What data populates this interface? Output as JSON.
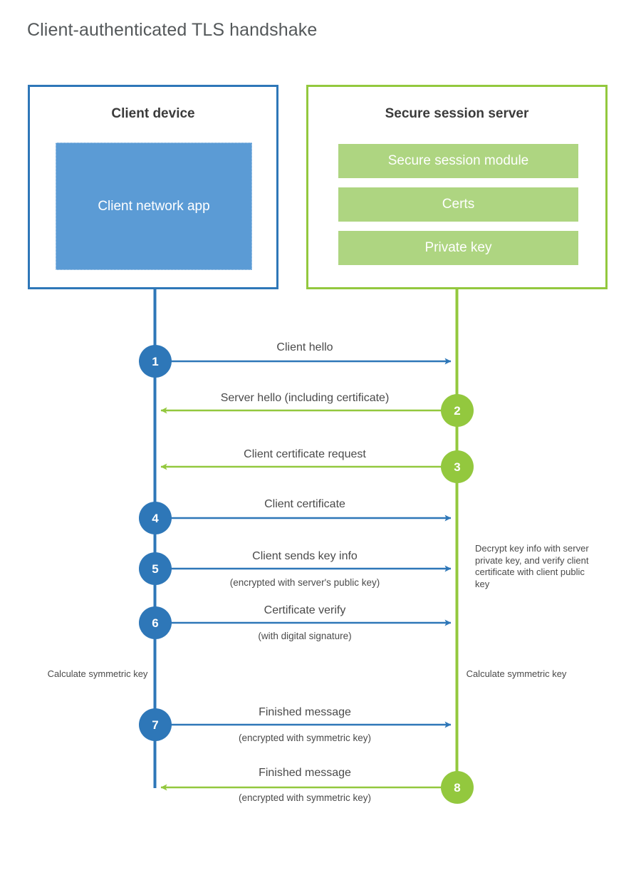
{
  "title": "Client-authenticated TLS handshake",
  "colors": {
    "client_blue": "#2e77b8",
    "client_app_fill": "#5b9bd5",
    "server_green": "#93c83e",
    "server_bar_fill": "#aed581",
    "step_blue": "#2e77b8",
    "step_green": "#93c83e",
    "text_dark": "#4a4a4a",
    "title_gray": "#54585a"
  },
  "client": {
    "title": "Client device",
    "app_label": "Client network app"
  },
  "server": {
    "title": "Secure session server",
    "components": [
      "Secure session module",
      "Certs",
      "Private key"
    ]
  },
  "steps": [
    {
      "number": "1",
      "label": "Client hello",
      "sublabel": "",
      "direction": "client-to-server",
      "color": "#2e77b8"
    },
    {
      "number": "2",
      "label": "Server hello (including certificate)",
      "sublabel": "",
      "direction": "server-to-client",
      "color": "#93c83e"
    },
    {
      "number": "3",
      "label": "Client certificate request",
      "sublabel": "",
      "direction": "server-to-client",
      "color": "#93c83e"
    },
    {
      "number": "4",
      "label": "Client certificate",
      "sublabel": "",
      "direction": "client-to-server",
      "color": "#2e77b8"
    },
    {
      "number": "5",
      "label": "Client sends key info",
      "sublabel": "(encrypted with server's public key)",
      "direction": "client-to-server",
      "color": "#2e77b8"
    },
    {
      "number": "6",
      "label": "Certificate verify",
      "sublabel": "(with digital signature)",
      "direction": "client-to-server",
      "color": "#2e77b8"
    },
    {
      "number": "7",
      "label": "Finished message",
      "sublabel": "(encrypted with symmetric key)",
      "direction": "client-to-server",
      "color": "#2e77b8"
    },
    {
      "number": "8",
      "label": "Finished message",
      "sublabel": "(encrypted with symmetric key)",
      "direction": "server-to-client",
      "color": "#93c83e"
    }
  ],
  "notes": {
    "server_decrypt": "Decrypt key info with server private key, and verify client certificate with client public key",
    "client_calculate": "Calculate symmetric key",
    "server_calculate": "Calculate symmetric key"
  }
}
